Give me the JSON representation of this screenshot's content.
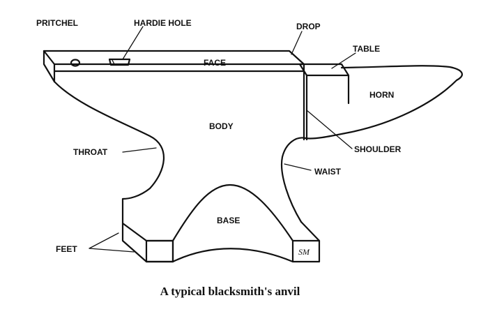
{
  "labels": {
    "pritchel": "PRITCHEL",
    "hardie_hole": "HARDIE HOLE",
    "drop": "DROP",
    "table": "TABLE",
    "face": "FACE",
    "horn": "HORN",
    "body": "BODY",
    "throat": "THROAT",
    "shoulder": "SHOULDER",
    "waist": "WAIST",
    "base": "BASE",
    "feet": "FEET",
    "maker_mark": "SM"
  },
  "caption": "A typical blacksmith's anvil"
}
